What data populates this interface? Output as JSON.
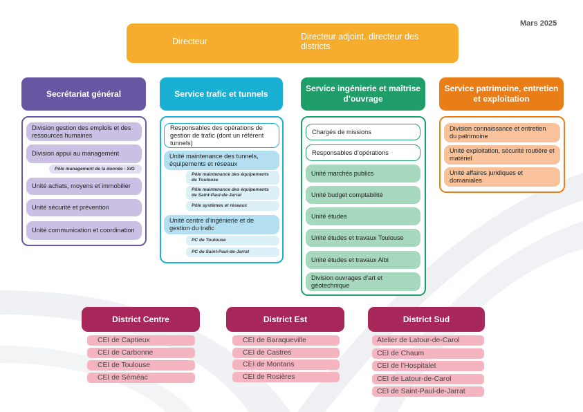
{
  "date": "Mars 2025",
  "top": {
    "left": "Directeur",
    "right": "Directeur adjoint, directeur des districts"
  },
  "colors": {
    "top": "#f6ad2e",
    "secretariat": "#6956a3",
    "trafic": "#1ab0d3",
    "ingenierie": "#1f9e6a",
    "patrimoine": "#e97e18",
    "district": "#a8275a",
    "cei": "#f4b5c1"
  },
  "secretariat": {
    "title": "Secrétariat général",
    "items": [
      "Division gestion des emplois et des ressources humaines",
      "Division appui au management",
      "Pôle management de la donnée - SIG",
      "Unité achats, moyens et immobilier",
      "Unité sécurité et prévention",
      "Unité communication et coordination"
    ]
  },
  "trafic": {
    "title": "Service trafic et tunnels",
    "items": [
      "Responsables des opérations de gestion de trafic (dont un référent tunnels)",
      "Unité maintenance des tunnels, équipements et réseaux",
      "Pôle maintenance des équipements de Toulouse",
      "Pôle maintenance des équipements de Saint-Paul-de-Jarrat",
      "Pôle systèmes et réseaux",
      "Unité centre d’ingénierie et de gestion du trafic",
      "PC de Toulouse",
      "PC de Saint-Paul-de-Jarrat"
    ]
  },
  "ingenierie": {
    "title": "Service ingénierie et maîtrise d’ouvrage",
    "items": [
      "Chargés de missions",
      "Responsables d’opérations",
      "Unité marchés publics",
      "Unité budget comptabilité",
      "Unité études",
      "Unité études et travaux Toulouse",
      "Unité études et travaux Albi",
      "Division ouvrages d’art et géotechnique"
    ]
  },
  "patrimoine": {
    "title": "Service patrimoine, entretien et exploitation",
    "items": [
      "Division connaissance et entretien du patrimoine",
      "Unité exploitation, sécurité routière et matériel",
      "Unité affaires juridiques et domaniales"
    ]
  },
  "districts": [
    {
      "title": "District Centre",
      "items": [
        "CEI de Captieux",
        "CEI de Carbonne",
        "CEI de Toulouse",
        "CEI de Séméac"
      ]
    },
    {
      "title": "District Est",
      "items": [
        "CEI de Baraqueville",
        "CEI de Castres",
        "CEI de Montans",
        "CEI de Rosières"
      ]
    },
    {
      "title": "District Sud",
      "items": [
        "Atelier de Latour-de-Carol",
        "CEI de Chaum",
        "CEI de l’Hospitalet",
        "CEI de Latour-de-Carol",
        "CEI de Saint-Paul-de-Jarrat"
      ]
    }
  ]
}
